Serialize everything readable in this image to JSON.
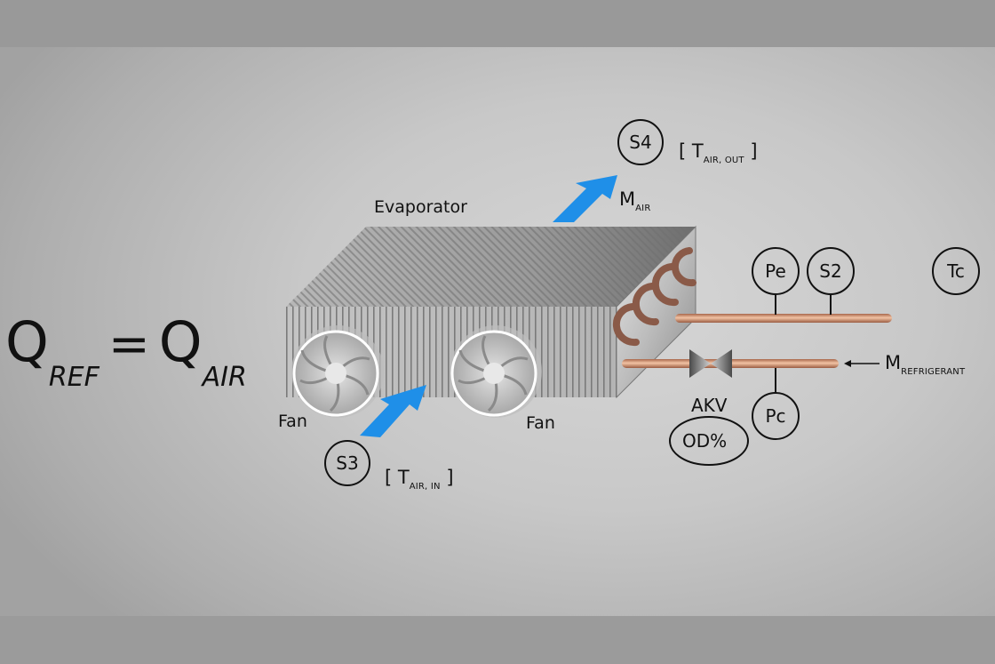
{
  "diagram": {
    "equation": {
      "lhs_symbol": "Q",
      "lhs_sub": "REF",
      "operator": "=",
      "rhs_symbol": "Q",
      "rhs_sub": "AIR"
    },
    "evaporator_label": "Evaporator",
    "fans": [
      {
        "label": "Fan"
      },
      {
        "label": "Fan"
      }
    ],
    "sensors": {
      "s4": "S4",
      "s3": "S3",
      "pe": "Pe",
      "s2": "S2",
      "tc": "Tc",
      "pc": "Pc"
    },
    "air_out": {
      "bracket_open": "[",
      "symbol": "T",
      "sub": "AIR, OUT",
      "bracket_close": "]"
    },
    "air_in": {
      "bracket_open": "[",
      "symbol": "T",
      "sub": "AIR, IN",
      "bracket_close": "]"
    },
    "mass_air": {
      "symbol": "M",
      "sub": "AIR"
    },
    "mass_refrigerant": {
      "symbol": "M",
      "sub": "REFRIGERANT"
    },
    "valve_label": "AKV",
    "opening_degree": "OD%",
    "colors": {
      "airflow_arrow": "#1f8fe8",
      "copper_pipe": "#c98a6a",
      "coil": "#8a5a48",
      "fins": "#8c8c8c",
      "background": "#c8c8c8",
      "band": "#9a9a9a"
    }
  }
}
